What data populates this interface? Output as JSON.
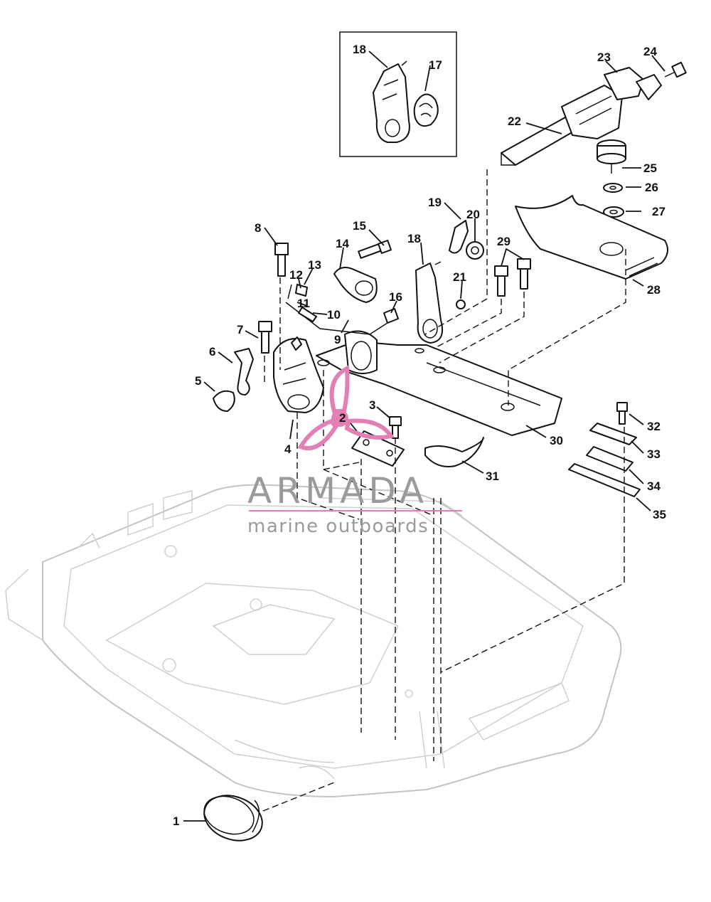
{
  "logo": {
    "brand": "ARMADA",
    "tagline": "marine outboards",
    "accent_color": "#e27fb5",
    "text_color": "#9a9a9a"
  },
  "callouts": {
    "c1": "1",
    "c2": "2",
    "c3": "3",
    "c4": "4",
    "c5": "5",
    "c6": "6",
    "c7": "7",
    "c8": "8",
    "c9": "9",
    "c10": "10",
    "c11": "11",
    "c12": "12",
    "c13": "13",
    "c14": "14",
    "c15": "15",
    "c16": "16",
    "c17": "17",
    "c18a": "18",
    "c18b": "18",
    "c19": "19",
    "c20": "20",
    "c21": "21",
    "c22": "22",
    "c23": "23",
    "c24": "24",
    "c25": "25",
    "c26": "26",
    "c27": "27",
    "c28": "28",
    "c29": "29",
    "c30": "30",
    "c31": "31",
    "c32": "32",
    "c33": "33",
    "c34": "34",
    "c35": "35"
  }
}
